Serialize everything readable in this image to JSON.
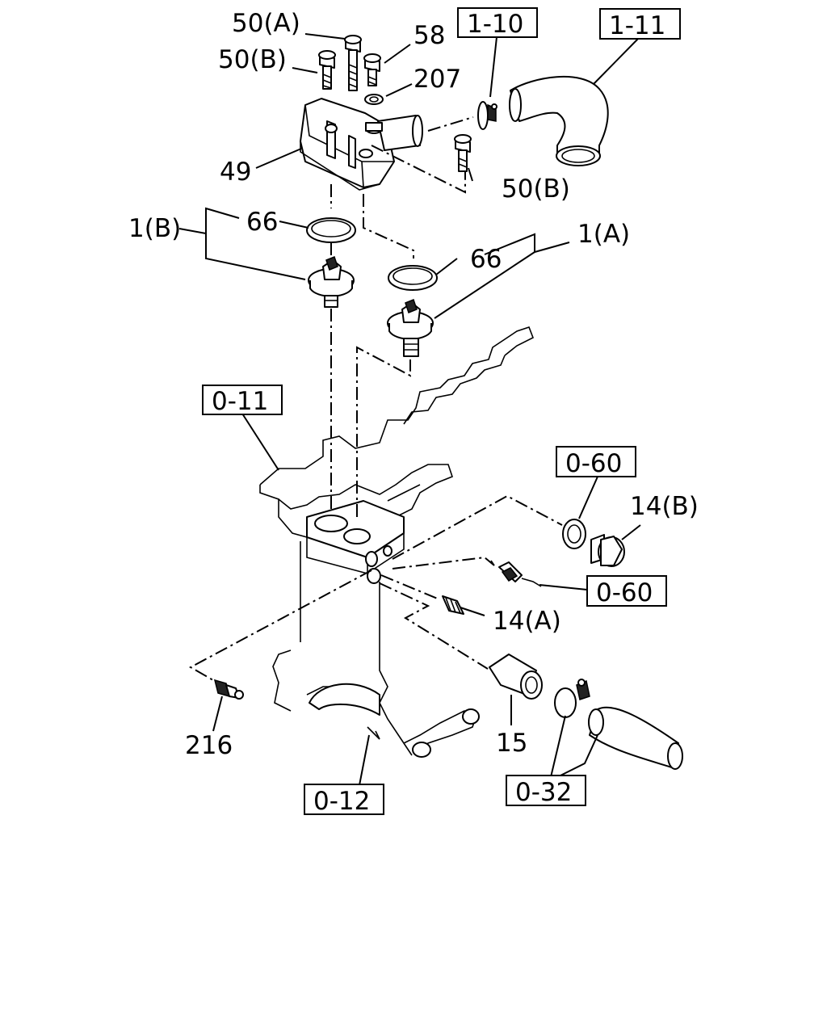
{
  "labels": {
    "bolt_50a": "50(A)",
    "bolt_50b_top": "50(B)",
    "bolt_58": "58",
    "washer_207": "207",
    "housing_49": "49",
    "bolt_50b_side": "50(B)",
    "gasket_66_left": "66",
    "gasket_66_right": "66",
    "thermostat_1b": "1(B)",
    "thermostat_1a": "1(A)",
    "plug_14b": "14(B)",
    "plug_14a": "14(A)",
    "sensor_216": "216",
    "pipe_15": "15"
  },
  "refs": {
    "ref_1_10": "1-10",
    "ref_1_11": "1-11",
    "ref_0_11": "0-11",
    "ref_0_60_top": "0-60",
    "ref_0_60_bottom": "0-60",
    "ref_0_12": "0-12",
    "ref_0_32": "0-32"
  }
}
